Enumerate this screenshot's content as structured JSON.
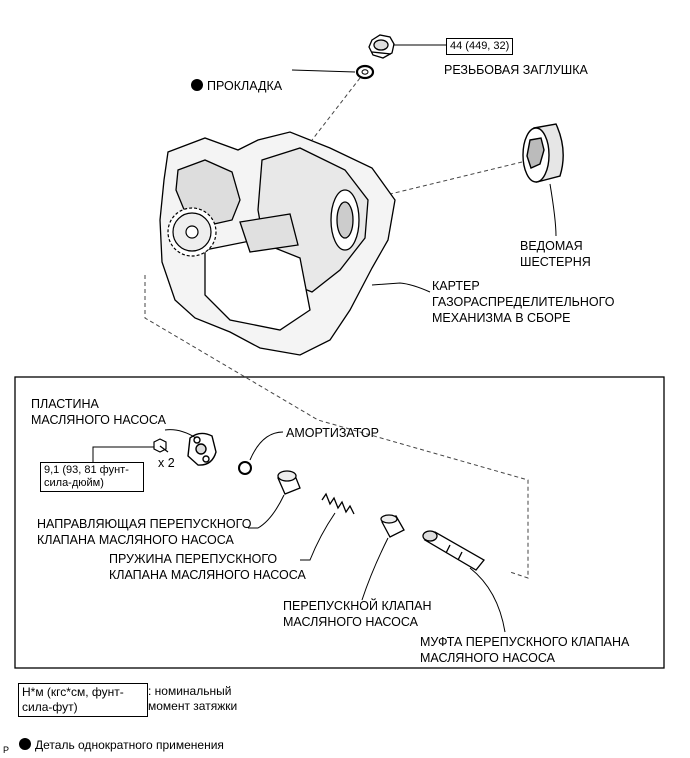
{
  "labels": {
    "gasket": "ПРОКЛАДКА",
    "threaded_plug": "РЕЗЬБОВАЯ ЗАГЛУШКА",
    "driven_gear": "ВЕДОМАЯ\nШЕСТЕРНЯ",
    "timing_case": "КАРТЕР\nГАЗОРАСПРЕДЕЛИТЕЛЬНОГО\nМЕХАНИЗМА В СБОРЕ",
    "pump_plate": "ПЛАСТИНА\nМАСЛЯНОГО НАСОСА",
    "damper": "АМОРТИЗАТОР",
    "relief_guide": "НАПРАВЛЯЮЩАЯ ПЕРЕПУСКНОГО\nКЛАПАНА МАСЛЯНОГО НАСОСА",
    "relief_spring": "ПРУЖИНА ПЕРЕПУСКНОГО\nКЛАПАНА МАСЛЯНОГО НАСОСА",
    "relief_valve": "ПЕРЕПУСКНОЙ КЛАПАН\nМАСЛЯНОГО НАСОСА",
    "relief_sleeve": "МУФТА ПЕРЕПУСКНОГО КЛАПАНА\nМАСЛЯНОГО НАСОСА"
  },
  "torques": {
    "plug": "44 (449, 32)",
    "plate_bolt": "9,1 (93, 81 фунт-\nсила-дюйм)"
  },
  "quantity": "x 2",
  "legend": {
    "torque_units": "Н*м (кгс*см, фунт-\nсила-фут)",
    "torque_desc": ": номинальный\nмомент затяжки",
    "non_reusable": "Деталь однократного применения"
  },
  "corner_mark": "P",
  "icons": {
    "non_reusable_marker": "filled-black-circle-icon"
  }
}
